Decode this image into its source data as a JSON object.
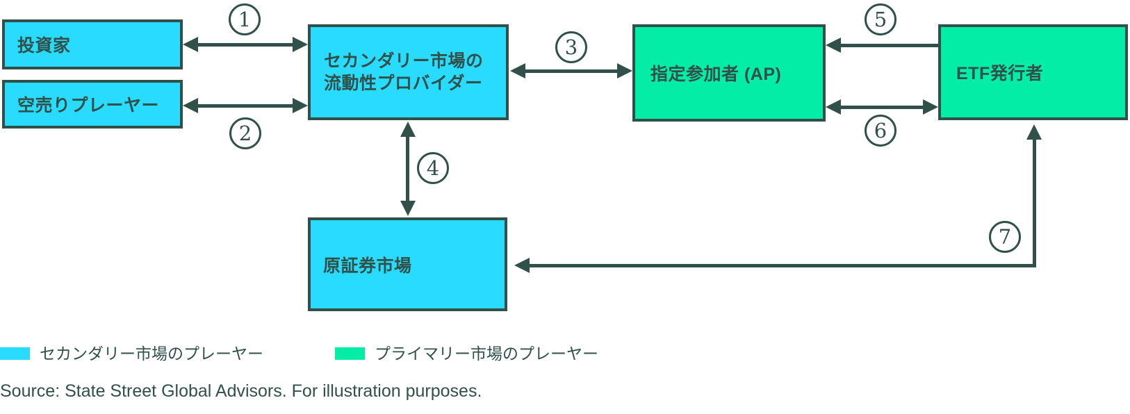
{
  "colors": {
    "secondary_market_fill": "#29DCFF",
    "primary_market_fill": "#03EDA6",
    "outline_and_text": "#315049",
    "background": "#FFFFFF"
  },
  "nodes": {
    "investor": {
      "label": "投資家"
    },
    "short_seller": {
      "label": "空売りプレーヤー"
    },
    "liquidity_provider": {
      "label_line1": "セカンダリー市場の",
      "label_line2": "流動性プロバイダー"
    },
    "authorized_participant": {
      "label": "指定参加者 (AP)"
    },
    "etf_issuer": {
      "label": "ETF発行者"
    },
    "underlying_market": {
      "label": "原証券市場"
    }
  },
  "flow_numbers": {
    "n1": "1",
    "n2": "2",
    "n3": "3",
    "n4": "4",
    "n5": "5",
    "n6": "6",
    "n7": "7"
  },
  "legend": {
    "secondary": {
      "label": "セカンダリー市場のプレーヤー"
    },
    "primary": {
      "label": "プライマリー市場のプレーヤー"
    }
  },
  "source_note": "Source: State Street Global Advisors. For illustration purposes."
}
